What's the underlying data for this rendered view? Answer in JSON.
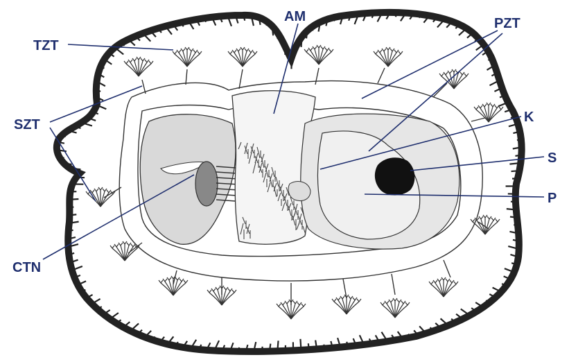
{
  "labels": {
    "AM": "AM",
    "PZT": "PZT",
    "TZT": "TZT",
    "K": "K",
    "SZT": "SZT",
    "S": "S",
    "P": "P",
    "CTN": "CTN"
  },
  "colors": {
    "label": "#1f2f6e",
    "outline": "#222222",
    "tissue": "#d9d9d9",
    "spot": "#111111"
  }
}
